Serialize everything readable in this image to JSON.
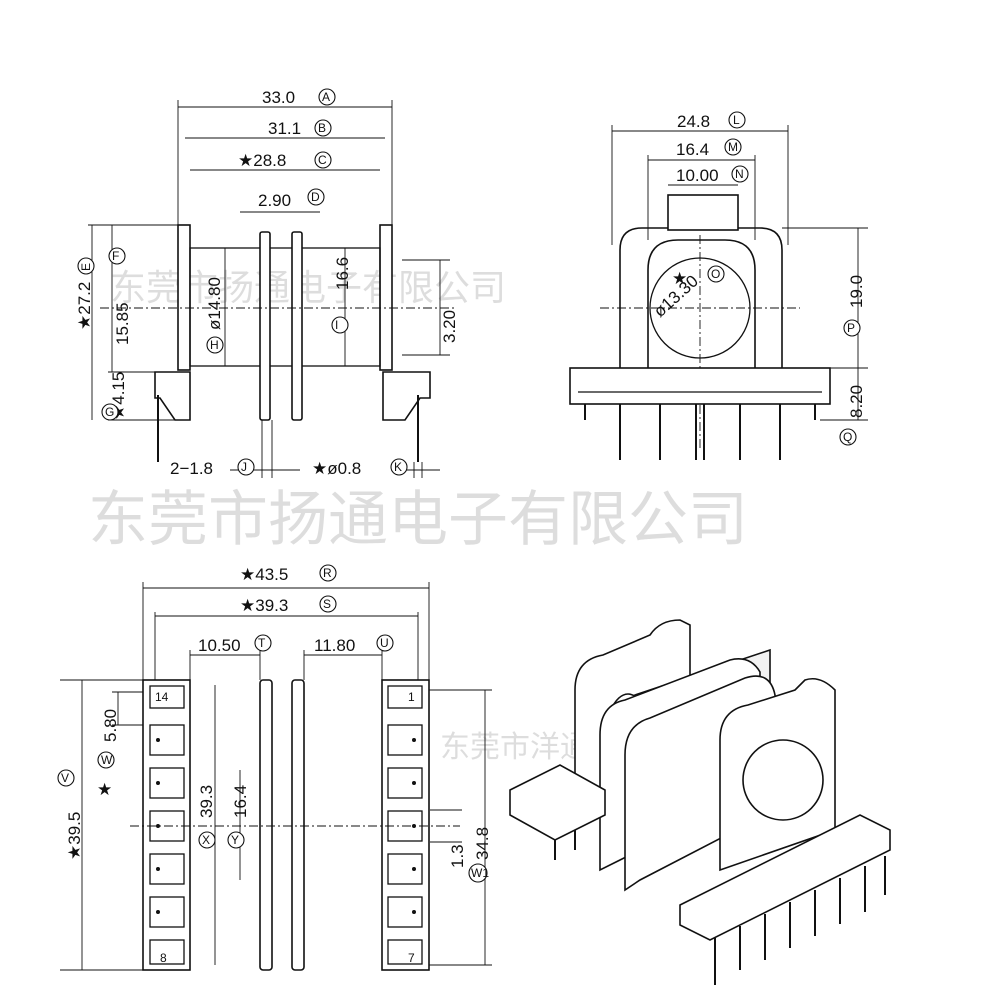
{
  "watermark": {
    "main": "东莞市扬通电子有限公司",
    "small1": "东莞市扬通电子有限公司",
    "small2": "东莞市洋通电子有限公司"
  },
  "front_view": {
    "dims": {
      "A": {
        "value": "33.0",
        "mark": "A"
      },
      "B": {
        "value": "31.1",
        "mark": "B"
      },
      "C": {
        "value": "★28.8",
        "mark": "C"
      },
      "D": {
        "value": "2.90",
        "mark": "D"
      },
      "E": {
        "value": "★27.2",
        "mark": "E"
      },
      "F": {
        "value": "15.85",
        "mark": "F"
      },
      "G": {
        "value": "★4.15",
        "mark": "G"
      },
      "H": {
        "value": "ø14.80",
        "mark": "H"
      },
      "I": {
        "value": "16.6",
        "mark": "I"
      },
      "h": {
        "value": "3.20"
      },
      "J": {
        "value": "2−1.8",
        "mark": "J"
      },
      "K": {
        "value": "★ø0.8",
        "mark": "K"
      }
    }
  },
  "side_view": {
    "dims": {
      "L": {
        "value": "24.8",
        "mark": "L"
      },
      "M": {
        "value": "16.4",
        "mark": "M"
      },
      "N": {
        "value": "10.00",
        "mark": "N"
      },
      "O": {
        "value": "ø13.30",
        "mark": "O",
        "star": "★"
      },
      "P": {
        "value": "19.0",
        "mark": "P"
      },
      "Q": {
        "value": "8.20",
        "mark": "Q"
      }
    }
  },
  "bottom_view": {
    "dims": {
      "R": {
        "value": "★43.5",
        "mark": "R"
      },
      "S": {
        "value": "★39.3",
        "mark": "S"
      },
      "T": {
        "value": "10.50",
        "mark": "T"
      },
      "U": {
        "value": "11.80",
        "mark": "U"
      },
      "V": {
        "value": "★39.5",
        "mark": "V"
      },
      "W": {
        "value": "5.80",
        "mark": "W",
        "star": "★"
      },
      "X": {
        "value": "39.3",
        "mark": "X"
      },
      "Y": {
        "value": "16.4",
        "mark": "Y"
      },
      "Z": {
        "value": "34.8",
        "mark": "W1"
      },
      "small": {
        "value": "1.3"
      }
    },
    "pins": {
      "p14": "14",
      "p1": "1",
      "p8": "8",
      "p7": "7"
    }
  }
}
